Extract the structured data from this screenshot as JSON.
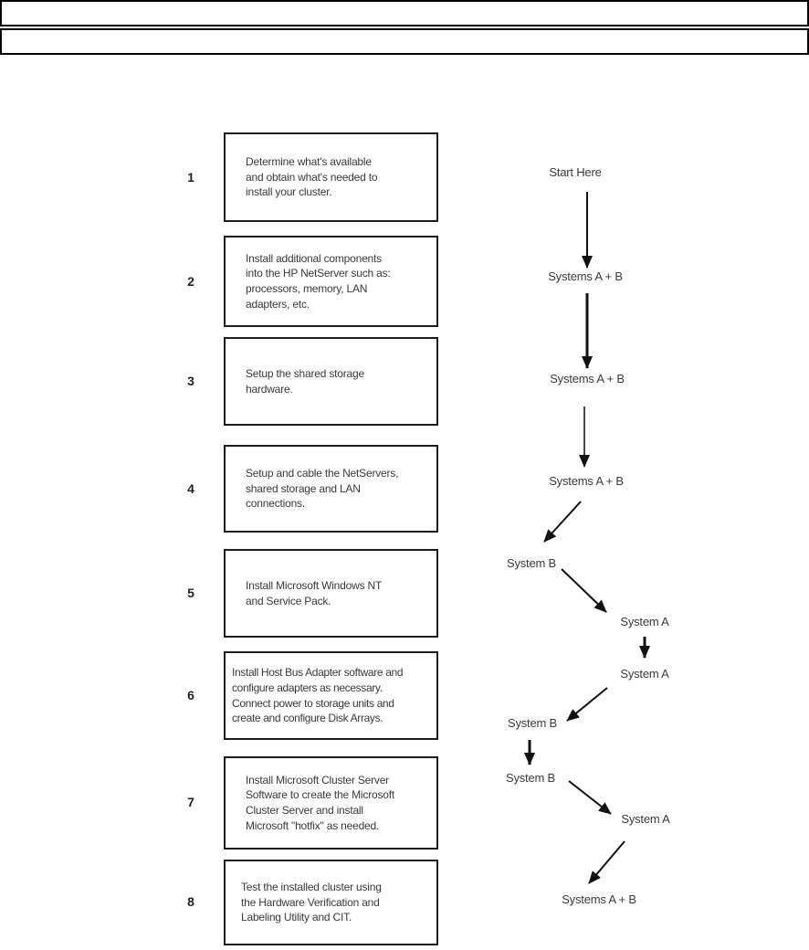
{
  "document": {
    "type": "installation-flowchart",
    "background_color": "#ffffff",
    "ink_color": "#1c1c1c",
    "text_color": "#3a3a3a"
  },
  "header": {
    "rows": [
      "",
      ""
    ]
  },
  "steps": [
    {
      "number": "1",
      "text": "Determine what's available\nand obtain what's needed to\ninstall your cluster."
    },
    {
      "number": "2",
      "text": "Install additional components\ninto the HP NetServer such as:\nprocessors, memory, LAN\nadapters, etc."
    },
    {
      "number": "3",
      "text": "Setup the shared storage\nhardware."
    },
    {
      "number": "4",
      "text": "Setup and cable the NetServers,\nshared storage and LAN\nconnections."
    },
    {
      "number": "5",
      "text": "Install Microsoft Windows NT\nand Service Pack."
    },
    {
      "number": "6",
      "text": "Install Host Bus Adapter software and\nconfigure adapters as necessary.\nConnect power to storage units and\ncreate and configure Disk Arrays."
    },
    {
      "number": "7",
      "text": "Install Microsoft Cluster Server\nSoftware to create the Microsoft\nCluster Server and install\nMicrosoft \"hotfix\" as needed."
    },
    {
      "number": "8",
      "text": "Test the installed cluster using\nthe Hardware Verification and\nLabeling Utility and CIT."
    }
  ],
  "flow": {
    "nodes": [
      {
        "text": "Start Here"
      },
      {
        "text": "Systems A + B"
      },
      {
        "text": "Systems A + B"
      },
      {
        "text": "Systems A + B"
      },
      {
        "text": "System B"
      },
      {
        "text": "System A"
      },
      {
        "text": "System A"
      },
      {
        "text": "System B"
      },
      {
        "text": "System B"
      },
      {
        "text": "System A"
      },
      {
        "text": "Systems A + B"
      }
    ]
  }
}
